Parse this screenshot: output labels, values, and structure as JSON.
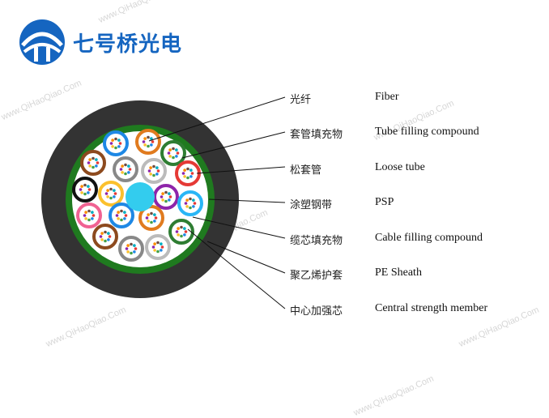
{
  "brand": {
    "name": "七号桥光电",
    "logo_icon": "bridge-logo-icon",
    "color": "#1565c0"
  },
  "watermark": "www.QiHaoQiao.Com",
  "colors": {
    "sheath": "#333333",
    "psp_ring": "#1f7a1f",
    "core_fill": "#ffffff",
    "central_member": "#33ccee"
  },
  "labels": [
    {
      "cn": "光纤",
      "en": "Fiber"
    },
    {
      "cn": "套管填充物",
      "en": "Tube filling compound"
    },
    {
      "cn": "松套管",
      "en": "Loose tube"
    },
    {
      "cn": "涂塑钢带",
      "en": "PSP"
    },
    {
      "cn": "缆芯填充物",
      "en": "Cable filling compound"
    },
    {
      "cn": "聚乙烯护套",
      "en": "PE Sheath"
    },
    {
      "cn": "中心加强芯",
      "en": "Central strength member"
    }
  ],
  "loose_tube_colors": [
    "#1e88e5",
    "#e07b1f",
    "#2e7d32",
    "#8d4a1e",
    "#888888",
    "#bbbbbb",
    "#e53935",
    "#111111",
    "#fbc02d",
    "#8e24aa",
    "#29b6f6",
    "#f06292"
  ]
}
